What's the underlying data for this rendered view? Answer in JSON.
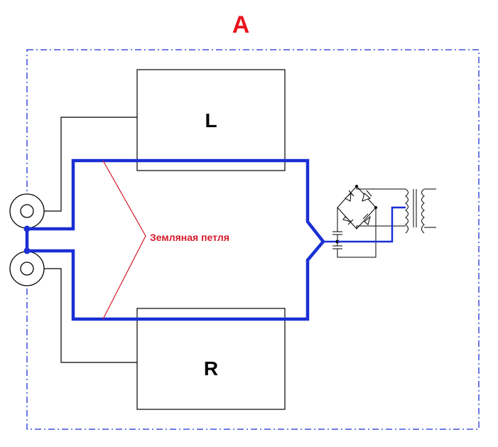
{
  "diagram": {
    "title": "A",
    "top_block_label": "L",
    "bottom_block_label": "R",
    "loop_annotation": "Земляная петля"
  },
  "colors": {
    "title": "#e8141e",
    "loop": "#1a2fd4",
    "annotation": "#d41a2a",
    "frame": "#1a2fd4",
    "wire": "#000000",
    "background": "#ffffff"
  }
}
